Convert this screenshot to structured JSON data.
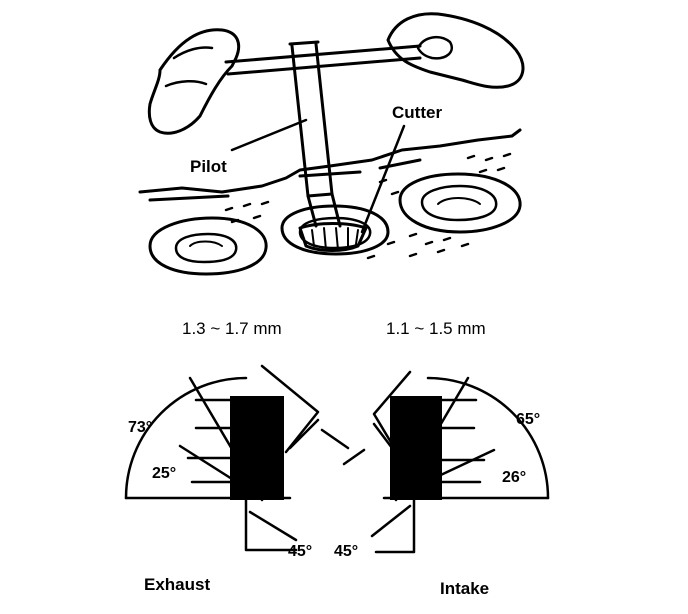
{
  "labels": {
    "pilot": "Pilot",
    "cutter": "Cutter"
  },
  "dimensions": {
    "exhaust_width": "1.3 ~ 1.7 mm",
    "intake_width": "1.1 ~ 1.5 mm"
  },
  "angles": {
    "exhaust_upper": "73°",
    "exhaust_lower": "25°",
    "exhaust_face": "45°",
    "intake_upper": "65°",
    "intake_lower": "26°",
    "intake_face": "45°"
  },
  "captions": {
    "exhaust": "Exhaust",
    "intake": "Intake"
  },
  "colors": {
    "ink": "#000000",
    "paper": "#ffffff"
  }
}
